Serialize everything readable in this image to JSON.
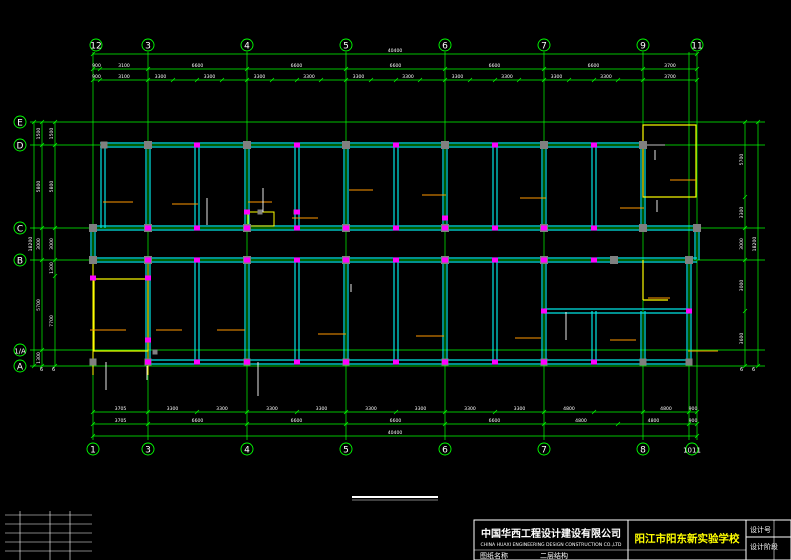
{
  "drawing": {
    "colors": {
      "background": "#000000",
      "grid": "#00ff00",
      "grid_label": "#ffffff",
      "column": "#808080",
      "beam": "#00e5e5",
      "joint": "#ff00ff",
      "yellow": "#ffff00",
      "dim_text": "#ffffff",
      "orange": "#ff9900"
    },
    "axes_x_top": [
      "1 2",
      "3",
      "4",
      "5",
      "6",
      "7",
      "9",
      "11"
    ],
    "axes_x_bottom": [
      "1",
      "3",
      "4",
      "5",
      "6",
      "7",
      "8",
      "10 11"
    ],
    "axes_y": [
      "E",
      "D",
      "C",
      "B",
      "1/A",
      "A"
    ],
    "dims_top_total": "40400",
    "dims_top_row1": [
      "900",
      "3100",
      "6600",
      "6600",
      "6600",
      "6600",
      "6600",
      "3700"
    ],
    "dims_top_row2": [
      "900",
      "3100",
      "3300",
      "3300",
      "3300",
      "3300",
      "3300",
      "3300",
      "3300",
      "3300",
      "3300",
      "3300",
      "3700"
    ],
    "dims_bottom_row1": [
      "3705",
      "3300",
      "3300",
      "3300",
      "3300",
      "3300",
      "3300",
      "3300",
      "4800",
      "4800",
      "900"
    ],
    "dims_bottom_row2": [
      "3705",
      "6600",
      "6600",
      "6600",
      "6600",
      "4800",
      "4800",
      "900"
    ],
    "dims_bottom_total": "40400",
    "dims_left": [
      "1500",
      "1500",
      "5800",
      "5800",
      "3000",
      "1300",
      "7700",
      "5700"
    ],
    "dims_left_total": "18200",
    "dims_right": [
      "5700",
      "3300",
      "3000",
      "3000",
      "3600"
    ],
    "dims_right_total": "18200",
    "title_block": {
      "company_cn": "中国华西工程设计建设有限公司",
      "company_en": "CHINA HUAXI ENGINEERING DESIGN CONSTRUCTION CO.,LTD",
      "project": "阳江市阳东新实验学校",
      "label_number": "设计号",
      "label_stage": "设计阶段",
      "label_name": "图纸名称",
      "sheet_name": "二层结构"
    }
  }
}
